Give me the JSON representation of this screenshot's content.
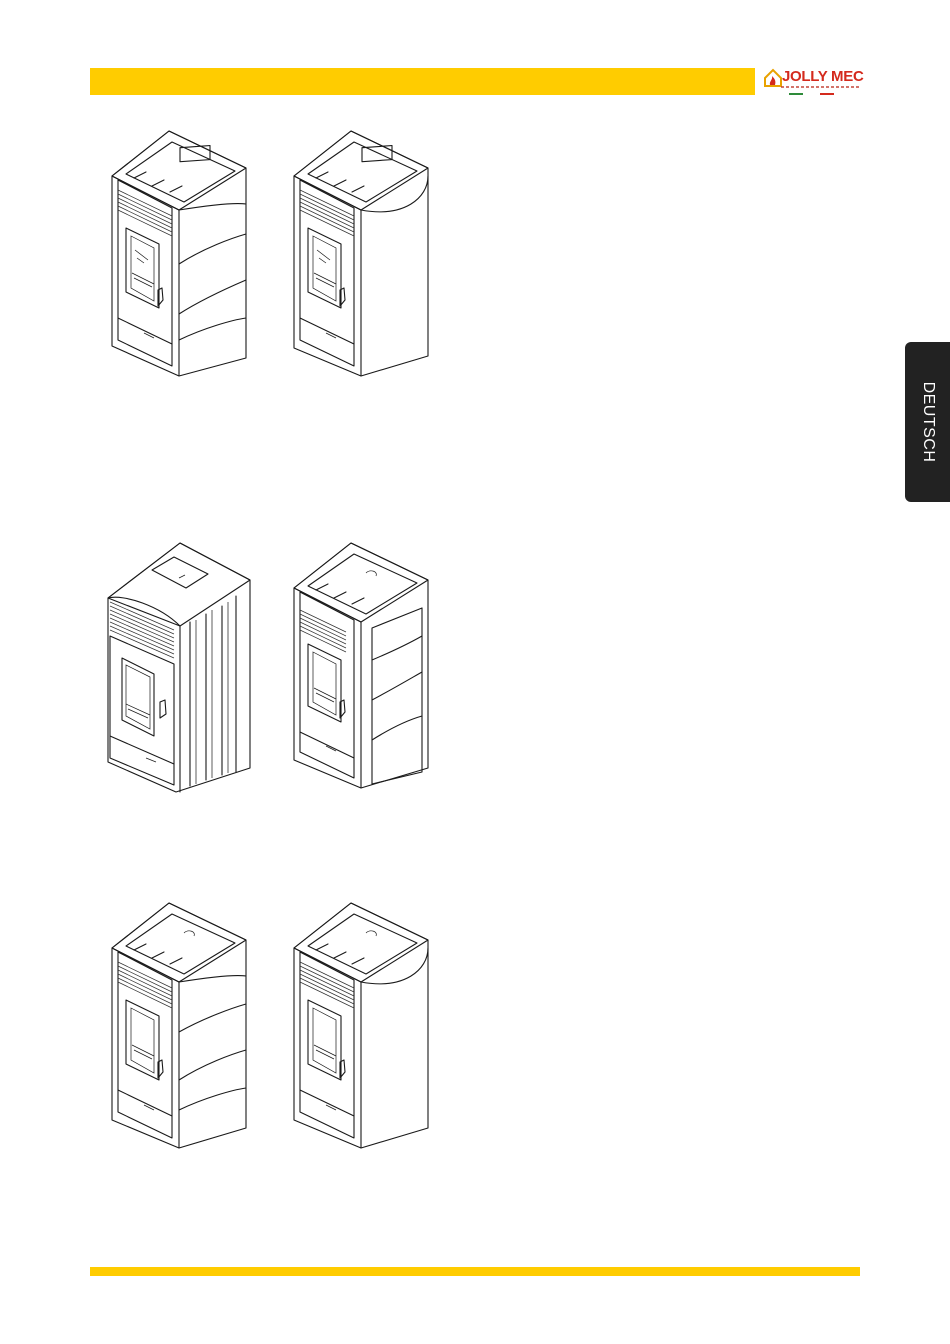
{
  "header": {
    "brand": "JOLLY MEC",
    "accent_color": "#ffcc00",
    "brand_color": "#d42a1d"
  },
  "side_tab": {
    "label": "DEUTSCH",
    "background": "#222222"
  },
  "figures": [
    {
      "name": "stove-1",
      "variant": "paneled"
    },
    {
      "name": "stove-2",
      "variant": "smooth"
    },
    {
      "name": "stove-3",
      "variant": "ribbed"
    },
    {
      "name": "stove-4",
      "variant": "paneled"
    },
    {
      "name": "stove-5",
      "variant": "paneled"
    },
    {
      "name": "stove-6",
      "variant": "smooth"
    }
  ]
}
